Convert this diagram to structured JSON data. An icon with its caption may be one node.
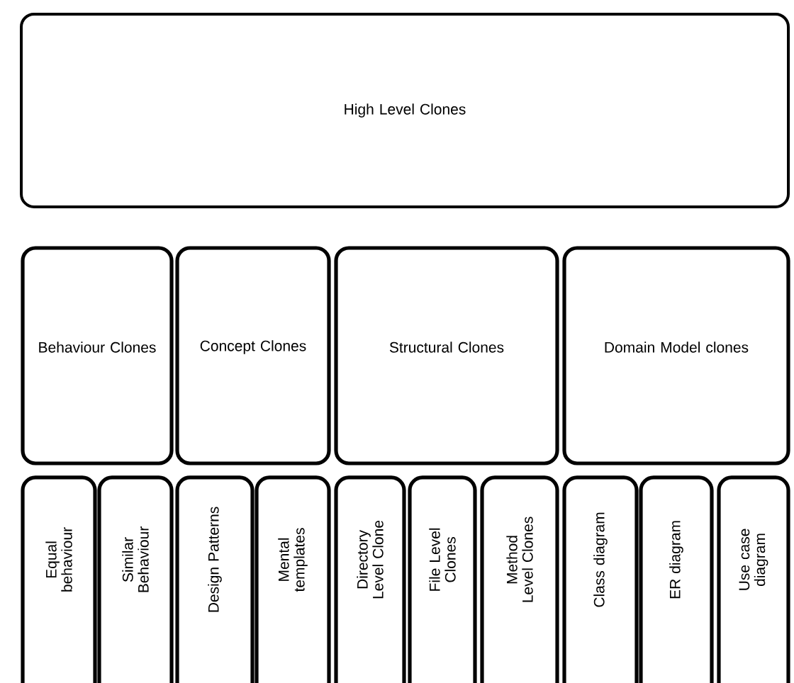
{
  "diagram": {
    "nodes": [
      {
        "text": [
          "High Level Clones"
        ]
      },
      {
        "text": [
          "Behaviour Clones"
        ]
      },
      {
        "text": [
          "Concept Clones"
        ]
      },
      {
        "text": [
          "Structural Clones"
        ]
      },
      {
        "text": [
          "Domain Model clones"
        ]
      },
      {
        "text": [
          "Equal behaviour"
        ]
      },
      {
        "text": [
          "Similar Behaviour"
        ]
      },
      {
        "text": [
          "Design Patterns"
        ]
      },
      {
        "text": [
          "Mental templates"
        ]
      },
      {
        "text": [
          "Directory Level Clone"
        ]
      },
      {
        "text": [
          "File Level Clones"
        ]
      },
      {
        "text": [
          "Method Level Clones"
        ]
      },
      {
        "text": [
          "Class diagram"
        ]
      },
      {
        "text": [
          "ER diagram"
        ]
      },
      {
        "text": [
          "Use case diagram"
        ]
      }
    ],
    "edges": []
  }
}
